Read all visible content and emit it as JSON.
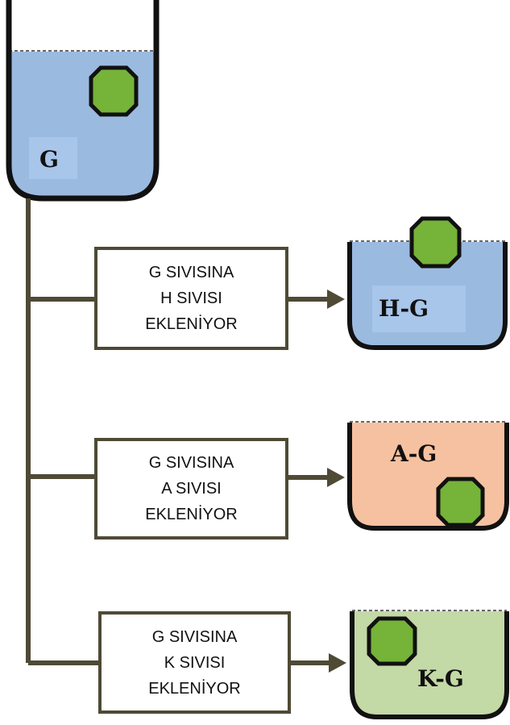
{
  "source": {
    "label": "G",
    "liquid_color": "#9bbae0"
  },
  "steps": [
    {
      "lines": [
        "G SIVISINA",
        "H SIVISI",
        "EKLENİYOR"
      ],
      "result_label": "H-G",
      "liquid_color": "#9bbae0"
    },
    {
      "lines": [
        "G SIVISINA",
        "A SIVISI",
        "EKLENİYOR"
      ],
      "result_label": "A-G",
      "liquid_color": "#f6c1a0"
    },
    {
      "lines": [
        "G SIVISINA",
        "K SIVISI",
        "EKLENİYOR"
      ],
      "result_label": "K-G",
      "liquid_color": "#c3d9a6"
    }
  ],
  "colors": {
    "outline": "#111111",
    "connector": "#4f4a35",
    "object": "#76b339"
  }
}
